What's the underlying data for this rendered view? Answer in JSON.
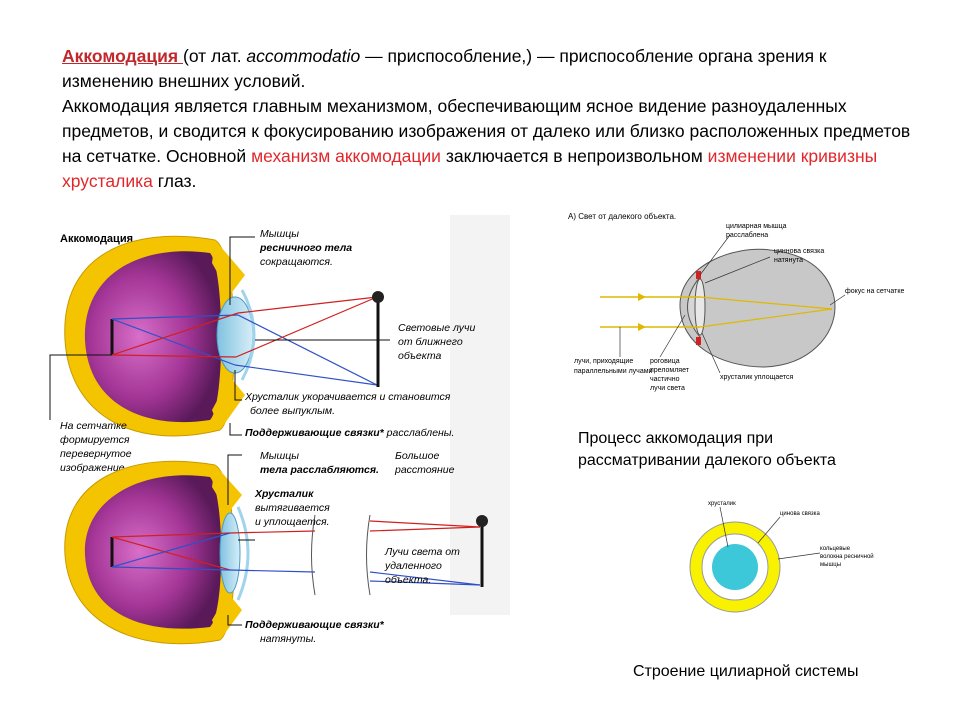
{
  "intro": {
    "term": "Аккомодация ",
    "p1_a": "(от лат. ",
    "p1_latin": "accommodatio",
    "p1_b": " — приспособление,) — приспособление органа зрения к изменению внешних условий.",
    "p2_a": " Аккомодация является главным механизмом, обеспечивающим ясное видение разноудаленных предметов, и сводится к фокусированию изображения от далеко или близко расположенных предметов на сетчатке. Основной ",
    "p2_red1": "механизм аккомодации",
    "p2_b": " заключается в непроизвольном ",
    "p2_red2": "изменении кривизны хрусталика",
    "p2_c": " глаз."
  },
  "left_figure": {
    "title": "Аккомодация",
    "top": {
      "muscles_1": "Мышцы",
      "muscles_2": "ресничного тела",
      "muscles_3": "сокращаются.",
      "rays_1": "Световые лучи",
      "rays_2": "от ближнего",
      "rays_3": "объекта",
      "lens_1": "Хрусталик укорачивается и становится",
      "lens_2": "более выпуклым.",
      "ligaments_b": "Поддерживающие связки*",
      "ligaments_r": " расслаблены."
    },
    "retina_1": "На сетчатке",
    "retina_2": "формируется",
    "retina_3": "перевернутое",
    "retina_4": "изображение.",
    "bottom": {
      "muscles_1": "Мышцы",
      "muscles_2": "тела расслабляются.",
      "lens_1": "Хрусталик",
      "lens_2": "вытягивается",
      "lens_3": "и уплощается.",
      "distance_1": "Большое",
      "distance_2": "расстояние",
      "rays_1": "Лучи света от",
      "rays_2": "удаленного",
      "rays_3": "объекта.",
      "ligaments_1": "Поддерживающие связки*",
      "ligaments_2": "натянуты."
    }
  },
  "right_top": {
    "heading": "А) Свет от далекого объекта.",
    "l1": "цилиарная мышца",
    "l2": "расслаблена",
    "l3": "циннова связка",
    "l4": "натянута",
    "l5": "фокус на сетчатке",
    "l6": "лучи, приходящие",
    "l7": "параллельными лучами",
    "l8": "роговица",
    "l9": "преломляет",
    "l10": "частично",
    "l11": "лучи света",
    "l12": "хрусталик уплощается"
  },
  "caption_1": "Процесс аккомодация при рассматривании далекого объекта",
  "right_bottom": {
    "l1": "хрусталик",
    "l2": "цинова связка",
    "l3": "кольцевые",
    "l4": "волокна ресничной",
    "l5": "мышцы"
  },
  "caption_2": "Строение цилиарной системы",
  "colors": {
    "accent_red": "#e0282c",
    "eye_purple": "#9b2a8c",
    "eye_yellow": "#f5c400",
    "lens_blue": "#a8d8ea",
    "cyan": "#3cc8d8"
  }
}
